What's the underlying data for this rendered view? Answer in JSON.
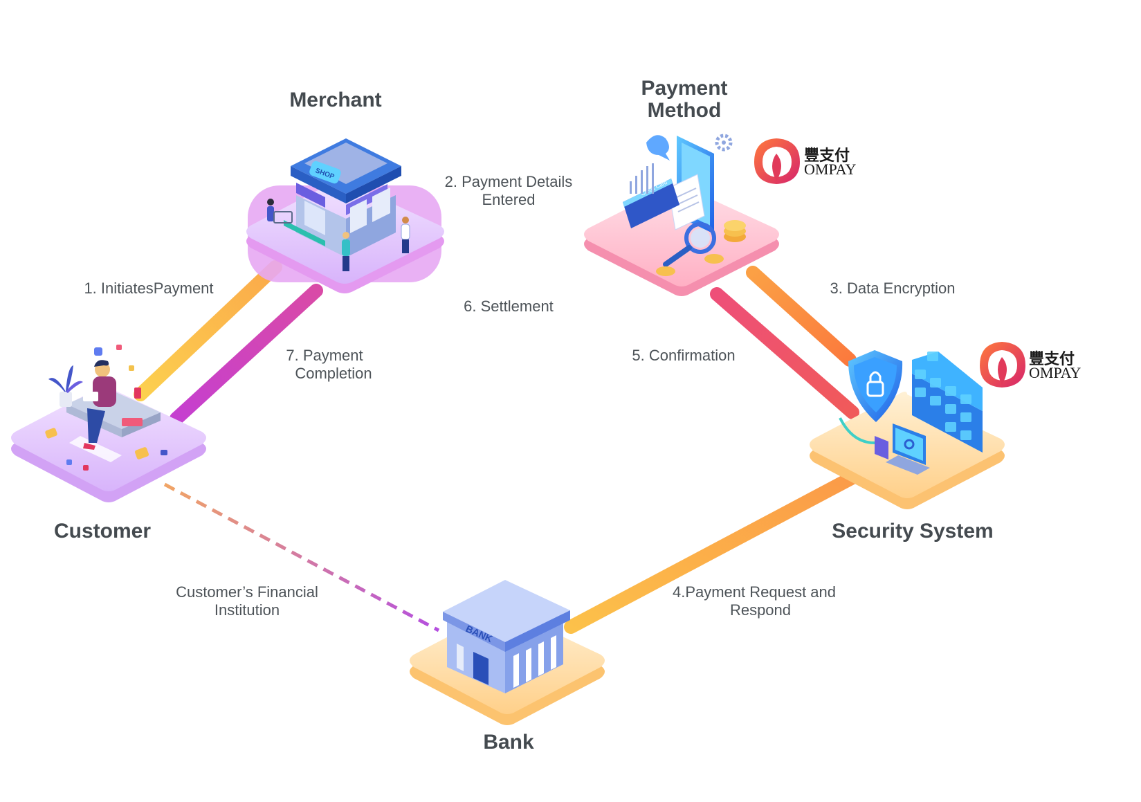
{
  "nodes": {
    "merchant": {
      "title": "Merchant"
    },
    "payment_method": {
      "title_line1": "Payment",
      "title_line2": "Method"
    },
    "customer": {
      "title": "Customer"
    },
    "security_system": {
      "title": "Security System"
    },
    "bank": {
      "title": "Bank"
    }
  },
  "edges": {
    "initiates_payment": "1. InitiatesPayment",
    "payment_details": {
      "line1": "2. Payment Details",
      "line2": "Entered"
    },
    "data_encryption": "3. Data Encryption",
    "payment_request": {
      "line1": "4.Payment Request and",
      "line2": "Respond"
    },
    "confirmation": "5. Confirmation",
    "settlement": "6. Settlement",
    "payment_completion": {
      "line1": "7. Payment",
      "line2": "Completion"
    },
    "financial_institution": {
      "line1": "Customer’s Financial",
      "line2": "Institution"
    }
  },
  "illustrations": {
    "shop_sign": "SHOP",
    "bank_sign": "BANK",
    "credit_card": "Credit Card"
  },
  "logos": [
    {
      "chinese": "豐支付",
      "english": "OMPAY"
    },
    {
      "chinese": "豐支付",
      "english": "OMPAY"
    }
  ],
  "colors": {
    "yellow_line": "#fbbf4a",
    "orange_line": "#fca048",
    "magenta_line": "#cb3fc9",
    "pink_line": "#e9548a",
    "text": "#444a4f"
  }
}
